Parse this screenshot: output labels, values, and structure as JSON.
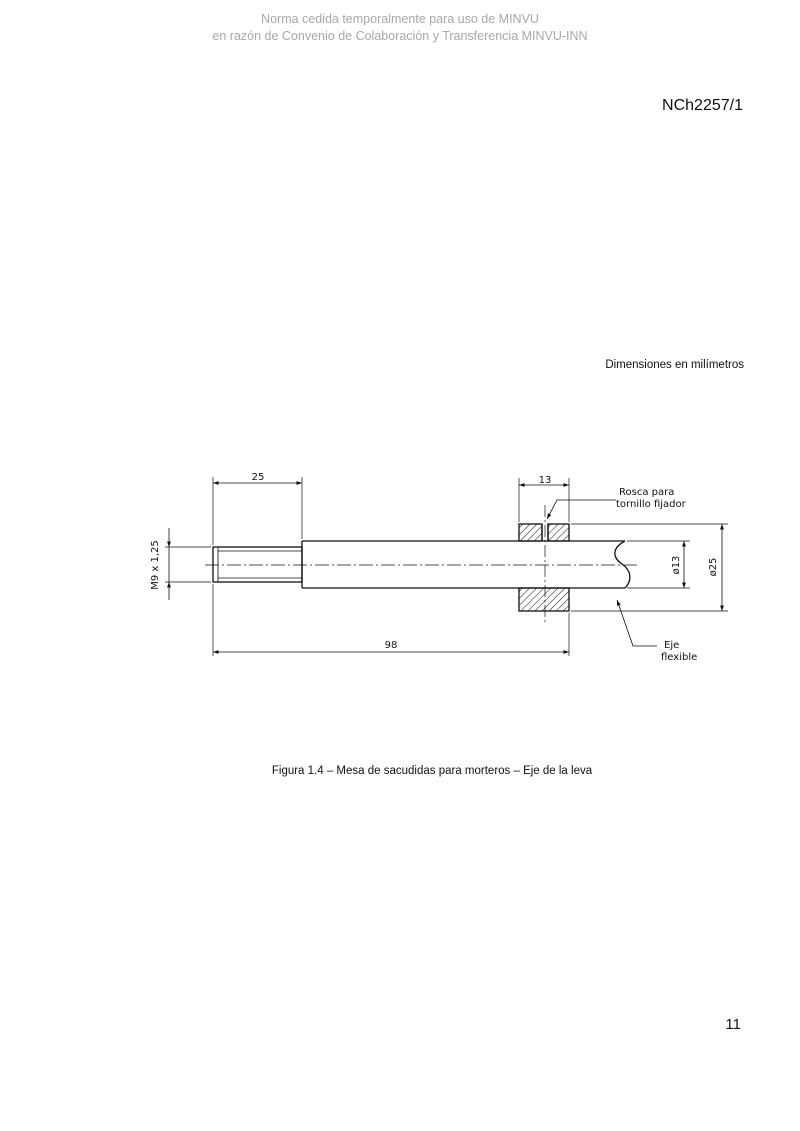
{
  "watermark": {
    "line1": "Norma cedida temporalmente para uso de MINVU",
    "line2": "en razón de Convenio de Colaboración y Transferencia MINVU-INN"
  },
  "header": {
    "document_code": "NCh2257/1"
  },
  "figure": {
    "units_note": "Dimensiones en milímetros",
    "caption": "Figura 1.4 – Mesa de sacudidas para morteros – Eje de la leva",
    "labels": {
      "thread_length": "25",
      "collar_width": "13",
      "total_length": "98",
      "thread_spec": "M9 x 1,25",
      "shaft_diameter": "ø13",
      "collar_diameter": "ø25",
      "set_screw_line1": "Rosca para",
      "set_screw_line2": "tornillo fijador",
      "flex_shaft_line1": "Eje",
      "flex_shaft_line2": "flexible"
    }
  },
  "footer": {
    "page_number": "11"
  }
}
